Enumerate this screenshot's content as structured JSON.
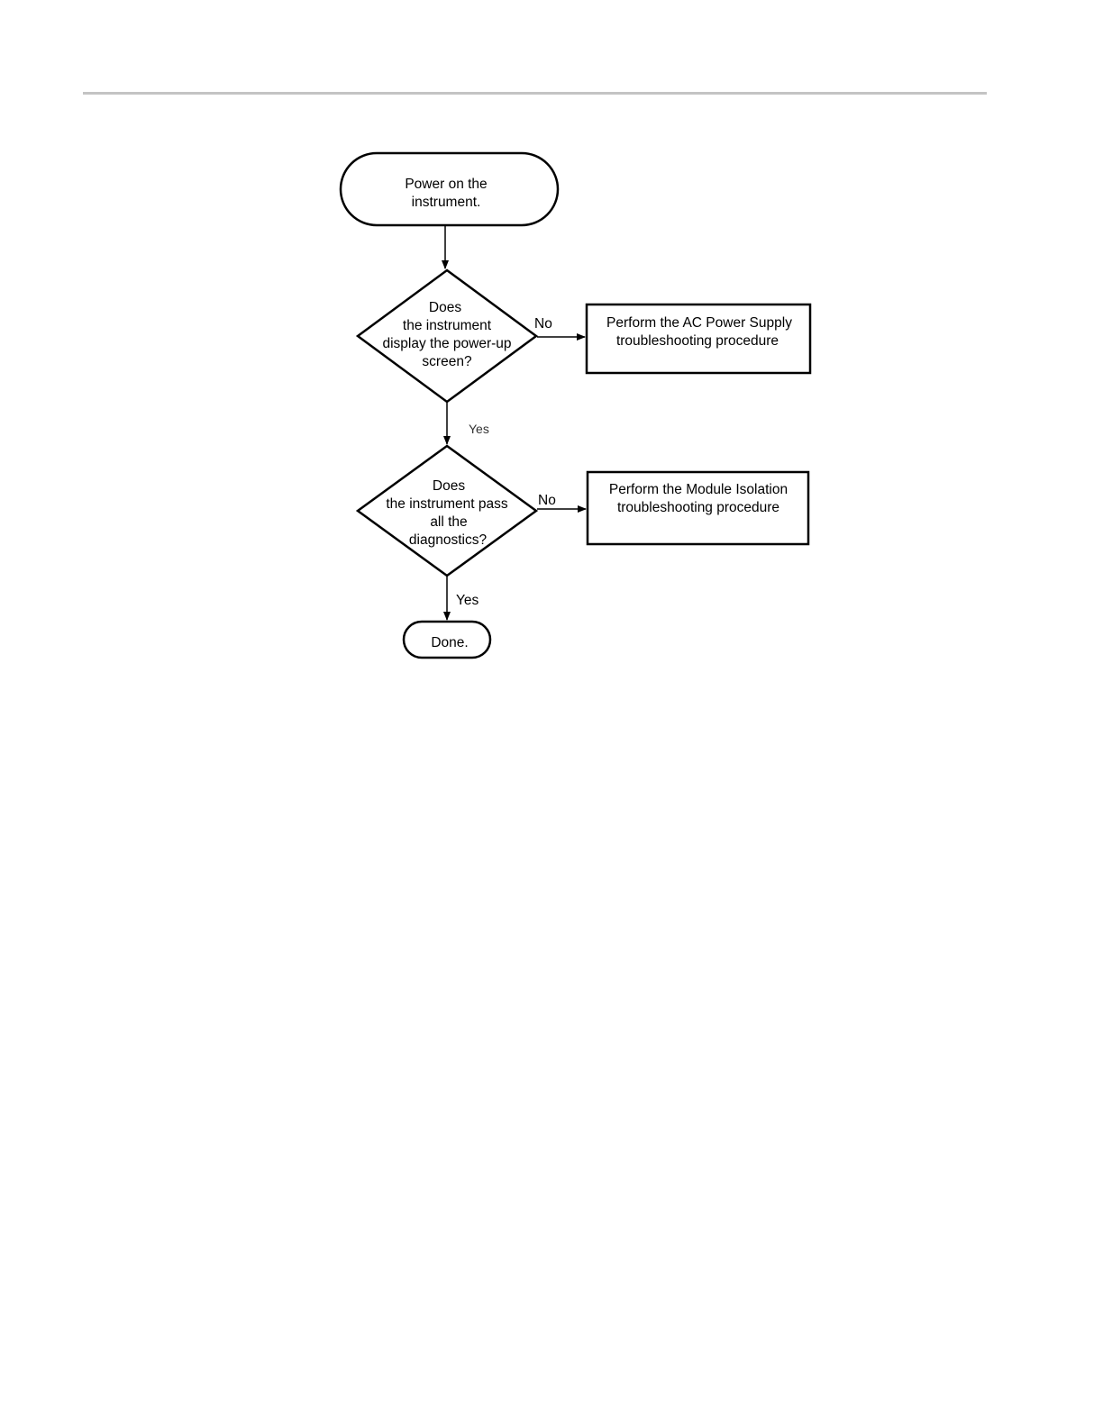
{
  "flowchart": {
    "start": {
      "lines": [
        "Power on the",
        "instrument."
      ]
    },
    "decision1": {
      "lines": [
        "Does",
        "the instrument",
        "display the power-up",
        "screen?"
      ],
      "no_label": "No",
      "yes_label": "Yes"
    },
    "action1": {
      "lines": [
        "Perform the AC Power Supply",
        "troubleshooting procedure"
      ]
    },
    "decision2": {
      "lines": [
        "Does",
        "the instrument pass",
        "all the",
        "diagnostics?"
      ],
      "no_label": "No",
      "yes_label": "Yes"
    },
    "action2": {
      "lines": [
        "Perform the Module Isolation",
        "troubleshooting procedure"
      ]
    },
    "end": {
      "lines": [
        "Done."
      ]
    }
  }
}
